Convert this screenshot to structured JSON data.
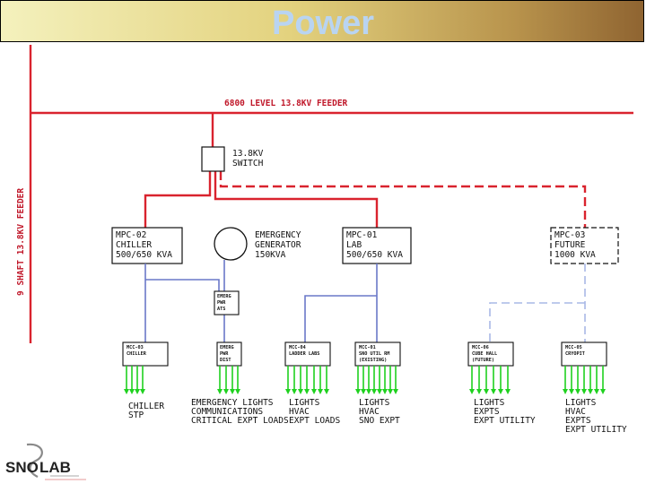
{
  "title": "Power",
  "feeders": {
    "main": "6800 LEVEL 13.8KV FEEDER",
    "shaft": "9 SHAFT 13.8KV FEEDER"
  },
  "switch": {
    "line1": "13.8KV",
    "line2": "SWITCH"
  },
  "generator": {
    "line1": "EMERGENCY",
    "line2": "GENERATOR",
    "line3": "150KVA"
  },
  "mpc": {
    "chiller": {
      "line1": "MPC-02",
      "line2": "CHILLER",
      "line3": "500/650 KVA"
    },
    "lab": {
      "line1": "MPC-01",
      "line2": "LAB",
      "line3": "500/650 KVA"
    },
    "future": {
      "line1": "MPC-03",
      "line2": "FUTURE",
      "line3": "1000 KVA"
    }
  },
  "ats": {
    "line1": "EMERG",
    "line2": "PWR",
    "line3": "ATS"
  },
  "mcc": {
    "chiller": {
      "line1": "MCC-03",
      "line2": "CHILLER",
      "line3": ""
    },
    "emerg": {
      "line1": "EMERG",
      "line2": "PWR",
      "line3": "DIST"
    },
    "ladder": {
      "line1": "MCC-04",
      "line2": "LADDER LABS",
      "line3": ""
    },
    "sno": {
      "line1": "MCC-01",
      "line2": "SNO UTIL RM",
      "line3": "(EXISTING)"
    },
    "cube": {
      "line1": "MCC-06",
      "line2": "CUBE HALL",
      "line3": "(FUTURE)"
    },
    "cryopit": {
      "line1": "MCC-05",
      "line2": "CRYOPIT",
      "line3": ""
    }
  },
  "loads": {
    "chiller": [
      "CHILLER",
      "STP"
    ],
    "emerg": [
      "EMERGENCY LIGHTS",
      "COMMUNICATIONS",
      "CRITICAL EXPT LOADS"
    ],
    "ladder": [
      "LIGHTS",
      "HVAC",
      "EXPT LOADS"
    ],
    "sno": [
      "LIGHTS",
      "HVAC",
      "SNO EXPT"
    ],
    "cube": [
      "LIGHTS",
      "EXPTS",
      "EXPT UTILITY"
    ],
    "cryopit": [
      "LIGHTS",
      "HVAC",
      "EXPTS",
      "EXPT UTILITY"
    ]
  },
  "logo": {
    "text_left": "SNO",
    "text_right": "LAB"
  },
  "colors": {
    "feeder_red": "#d9232e",
    "bus_blue": "#6a78c8",
    "future_blue": "#a9b8e6",
    "arrow_green": "#1fd11f"
  }
}
